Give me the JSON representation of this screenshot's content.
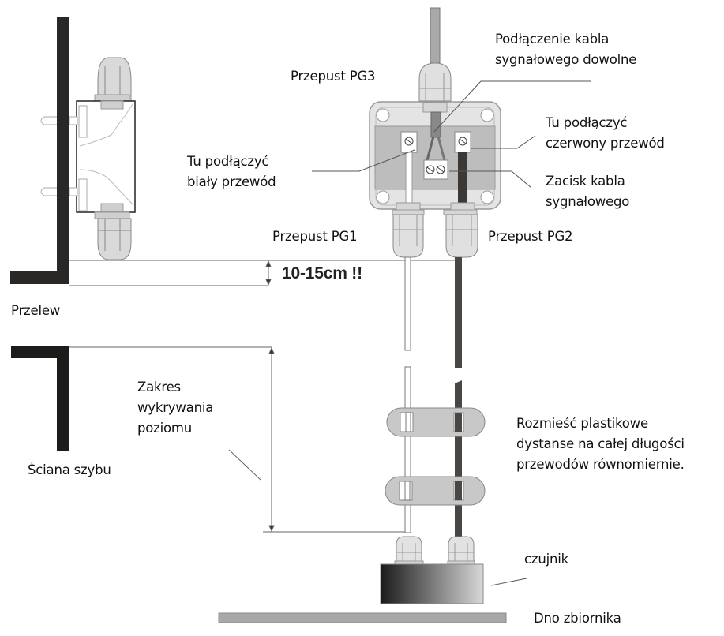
{
  "diagram": {
    "title": "Installation of level sensor with junction box",
    "colors": {
      "wall": "#2a2826",
      "cable_dark": "#4a4644",
      "cable_light": "#ffffff",
      "box_fill": "#e6e6e6",
      "box_inner": "#bdbdbd",
      "leader": "#555555",
      "tank_bottom": "#a8a8a8"
    },
    "labels": {
      "pg3": "Przepust PG3",
      "signal_connection": [
        "Podłączenie kabla",
        "sygnałowego dowolne"
      ],
      "red_wire": [
        "Tu podłączyć",
        "czerwony przewód"
      ],
      "white_wire": [
        "Tu podłączyć",
        "biały przewód"
      ],
      "signal_terminal": [
        "Zacisk kabla",
        "sygnałowego"
      ],
      "pg1": "Przepust PG1",
      "pg2": "Przepust PG2",
      "distance": "10-15cm !!",
      "overflow": "Przelew",
      "detection_range": [
        "Zakres",
        "wykrywania",
        "poziomu"
      ],
      "shaft_wall": "Ściana szybu",
      "spacers": [
        "Rozmieść plastikowe",
        "dystanse na całej długości",
        "przewodów równomiernie."
      ],
      "sensor": "czujnik",
      "tank_bottom": "Dno zbiornika"
    }
  }
}
